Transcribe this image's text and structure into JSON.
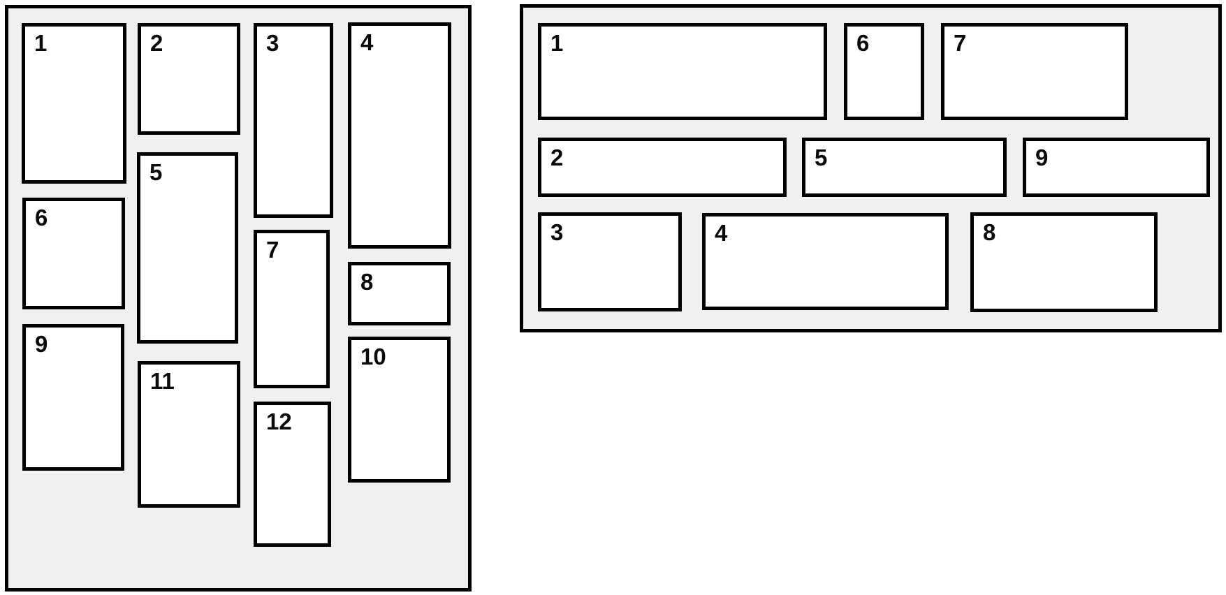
{
  "colors": {
    "page_bg": "#ffffff",
    "panel_bg": "#f0f0f0",
    "tile_bg": "#ffffff",
    "outline": "#000000"
  },
  "left_panel": {
    "items": [
      "1",
      "2",
      "3",
      "4",
      "5",
      "6",
      "7",
      "8",
      "9",
      "10",
      "11",
      "12"
    ]
  },
  "right_panel": {
    "items": [
      "1",
      "2",
      "3",
      "4",
      "5",
      "6",
      "7",
      "8",
      "9"
    ]
  }
}
